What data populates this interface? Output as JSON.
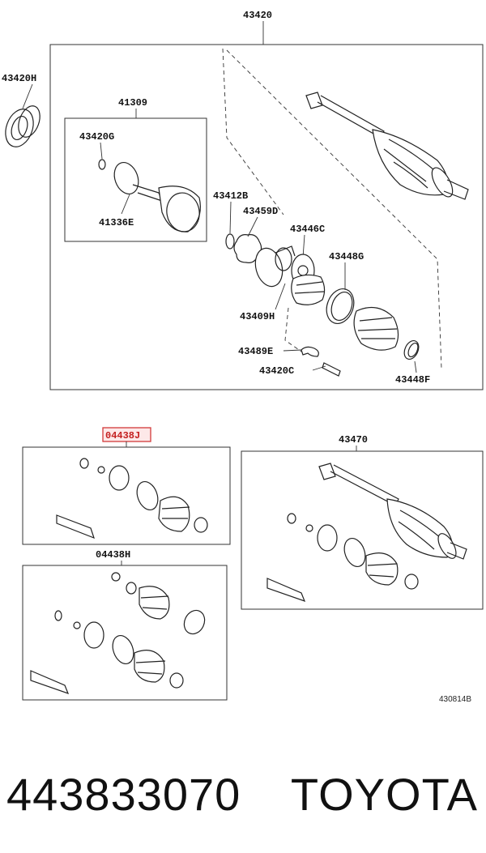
{
  "labels": {
    "l43420": "43420",
    "l43420H": "43420H",
    "l41309": "41309",
    "l43420G": "43420G",
    "l41336E": "41336E",
    "l43412B": "43412B",
    "l43459D": "43459D",
    "l43446C": "43446C",
    "l43448G": "43448G",
    "l43409H": "43409H",
    "l43489E": "43489E",
    "l43420C": "43420C",
    "l43448F": "43448F",
    "l04438J": "04438J",
    "l43470": "43470",
    "l04438H": "04438H",
    "diagram_id": "430814B"
  },
  "footer": {
    "part_number": "443833070",
    "brand": "TOYOTA"
  },
  "colors": {
    "highlight_border": "#d23a3a",
    "highlight_fill": "#fde8e8",
    "line": "#222222"
  }
}
